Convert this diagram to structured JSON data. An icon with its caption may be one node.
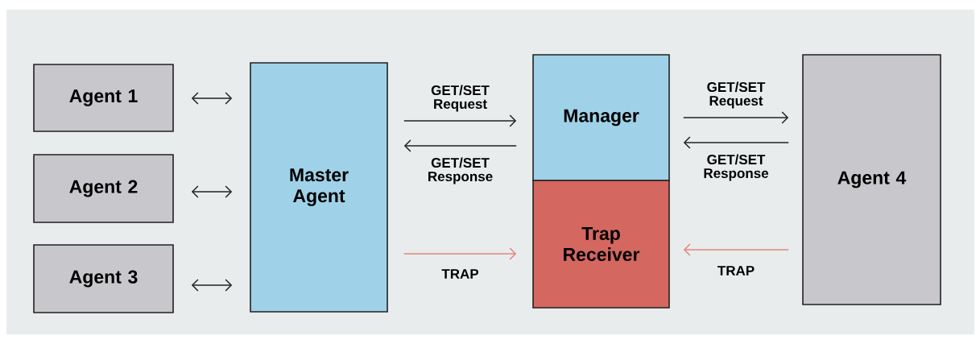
{
  "diagram": {
    "nodes": [
      {
        "text": [
          "Agent 1"
        ]
      },
      {
        "text": [
          "Agent 2"
        ]
      },
      {
        "text": [
          "Agent 3"
        ]
      },
      {
        "text": [
          "Master Agent"
        ]
      },
      {
        "text": [
          "Manager"
        ]
      },
      {
        "text": [
          "Trap Receiver"
        ]
      },
      {
        "text": [
          "Agent 4"
        ]
      }
    ],
    "edges": [
      {
        "from": 0,
        "to": 3,
        "arrow": "both"
      },
      {
        "from": 1,
        "to": 3,
        "arrow": "both"
      },
      {
        "from": 2,
        "to": 3,
        "arrow": "both"
      },
      {
        "from": 3,
        "to": 4,
        "arrow": "to",
        "label": "GET/SET Request"
      },
      {
        "from": 4,
        "to": 3,
        "arrow": "to",
        "label": "GET/SET Response"
      },
      {
        "from": 3,
        "to": 5,
        "arrow": "to",
        "label": "TRAP",
        "color": "#e0877d"
      },
      {
        "from": 4,
        "to": 6,
        "arrow": "to",
        "label": "GET/SET Request"
      },
      {
        "from": 6,
        "to": 4,
        "arrow": "to",
        "label": "GET/SET Response"
      },
      {
        "from": 6,
        "to": 5,
        "arrow": "to",
        "label": "TRAP",
        "color": "#e0877d"
      }
    ]
  }
}
